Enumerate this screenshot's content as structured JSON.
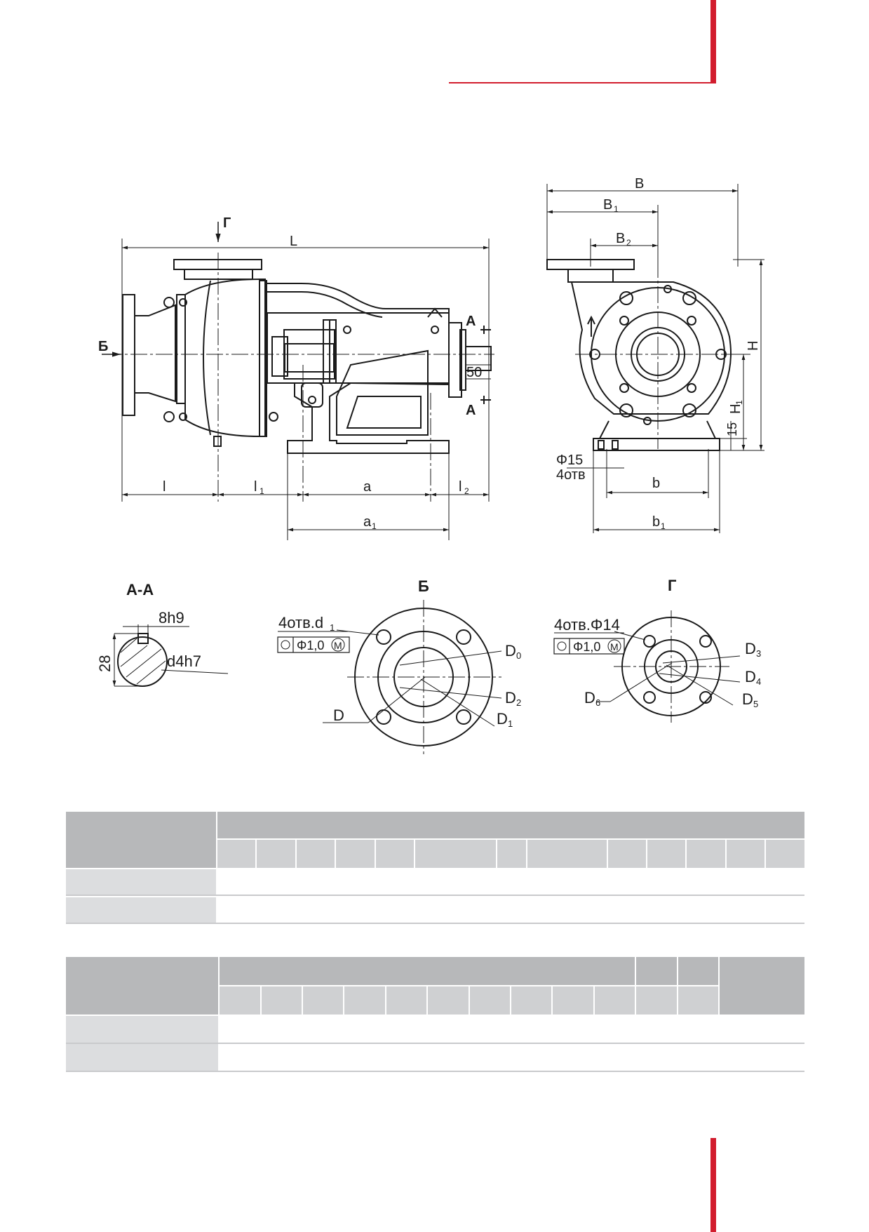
{
  "colors": {
    "accent": "#d21d2e",
    "header_dark": "#b7b8ba",
    "header_light": "#cfd0d2",
    "row_label": "#dcdddf"
  },
  "drawing": {
    "side_view": {
      "L": "L",
      "G": "Г",
      "B_cyr": "Б",
      "A": "А",
      "A2": "А",
      "dim50": "50",
      "l": "l",
      "l1": "l",
      "l1_sub": "1",
      "a": "a",
      "l2": "l",
      "l2_sub": "2",
      "a1": "a",
      "a1_sub": "1"
    },
    "front_view": {
      "B": "B",
      "B1": "B",
      "B1_sub": "1",
      "B2": "B",
      "B2_sub": "2",
      "H": "H",
      "H1": "H",
      "H1_sub": "1",
      "d15": "15",
      "hole_dia": "Φ15",
      "holes": "4отв",
      "b": "b",
      "b1": "b",
      "b1_sub": "1"
    },
    "section_AA": {
      "title": "А-А",
      "key": "8h9",
      "height": "28",
      "shaft": "d4h7"
    },
    "view_B": {
      "title": "Б",
      "holes": "4отв.d",
      "holes_sub": "1",
      "tol": "Φ1,0",
      "tol_m": "M",
      "D0": "D",
      "D0_sub": "0",
      "D2": "D",
      "D2_sub": "2",
      "D1": "D",
      "D1_sub": "1",
      "D": "D"
    },
    "view_G": {
      "title": "Г",
      "holes": "4отв.Φ14",
      "tol": "Φ1,0",
      "tol_m": "M",
      "D3": "D",
      "D3_sub": "3",
      "D4": "D",
      "D4_sub": "4",
      "D5": "D",
      "D5_sub": "5",
      "D6": "D",
      "D6_sub": "6"
    }
  },
  "table1": {
    "columns": 13,
    "rows": 2
  },
  "table2": {
    "columns": 14,
    "rows": 2
  }
}
